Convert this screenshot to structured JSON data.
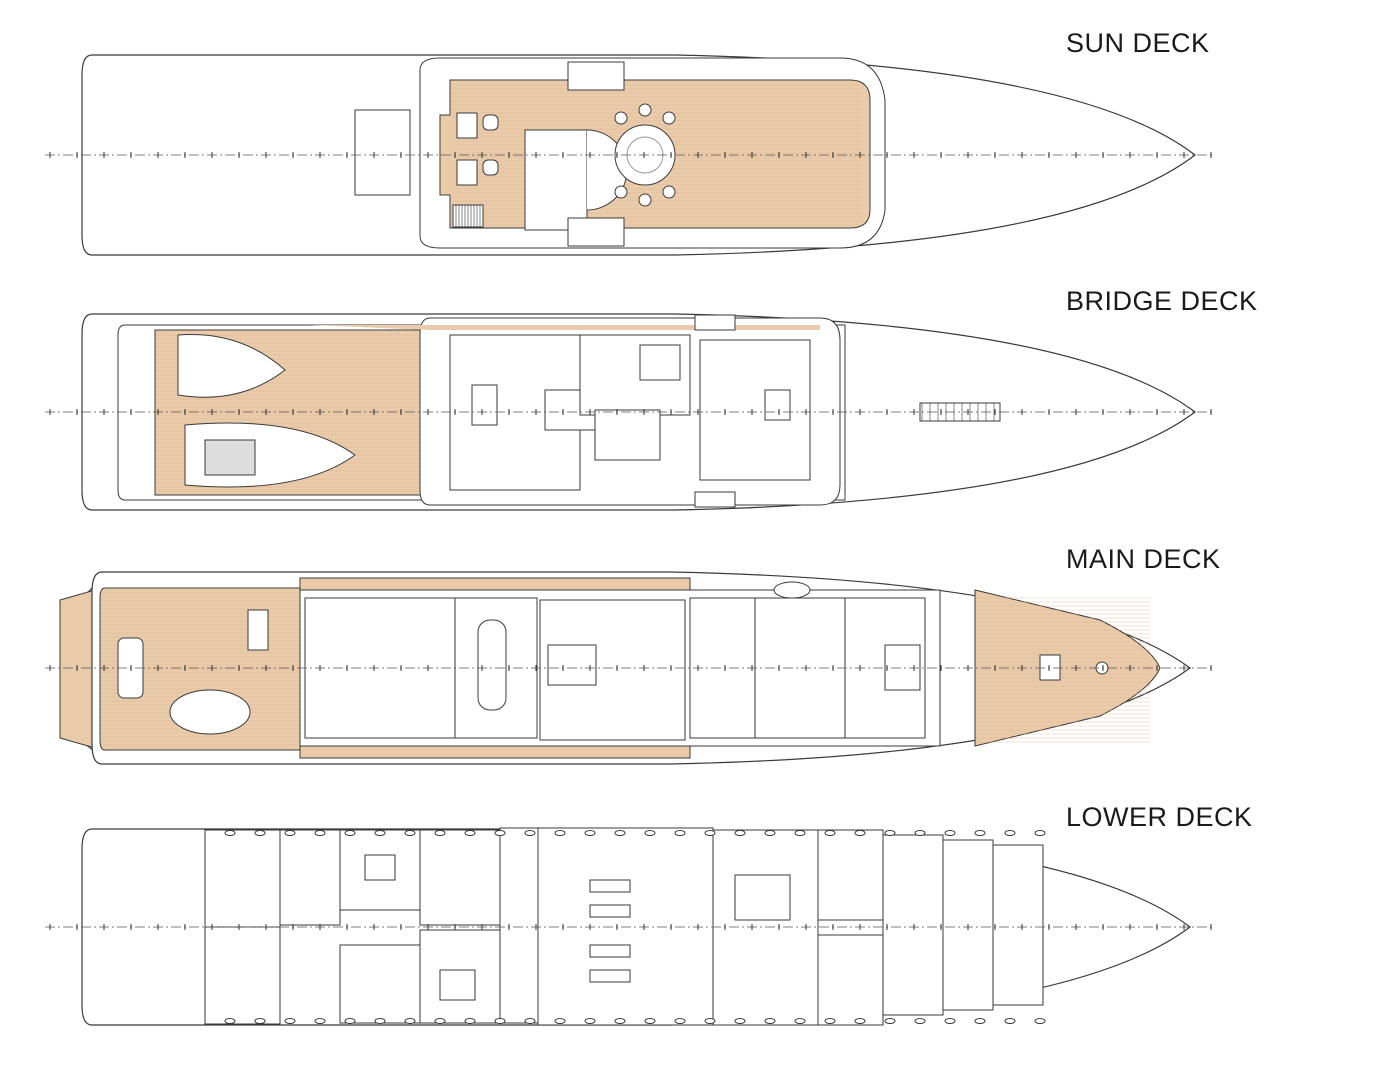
{
  "decks": [
    {
      "id": "sun",
      "label": "SUN DECK"
    },
    {
      "id": "bridge",
      "label": "BRIDGE DECK"
    },
    {
      "id": "main",
      "label": "MAIN DECK"
    },
    {
      "id": "lower",
      "label": "LOWER DECK"
    }
  ],
  "colors": {
    "teak": "#e9cba9",
    "line": "#3a3a3a",
    "background": "#ffffff"
  }
}
